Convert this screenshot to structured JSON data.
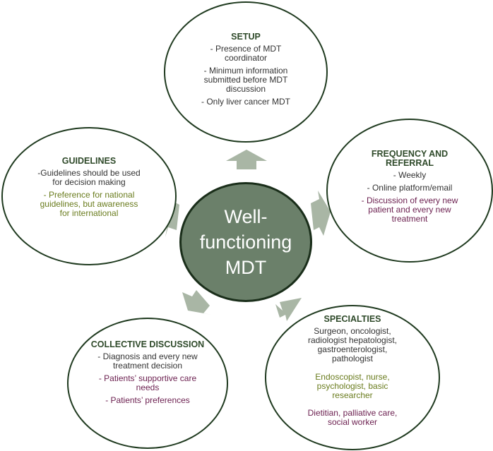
{
  "center": {
    "label_lines": [
      "Well-",
      "functioning",
      "MDT"
    ]
  },
  "colors": {
    "center_fill": "#6b806a",
    "oval_border": "#1f3a1f",
    "arrow_fill": "#a9b6a5",
    "title": "#2f4a2a",
    "text_dark": "#333333",
    "text_olive": "#6a7c1e",
    "text_purple": "#6b1f4f"
  },
  "setup": {
    "title": "SETUP",
    "items": [
      "- Presence of MDT coordinator",
      "- Minimum information submitted before MDT discussion",
      "- Only liver cancer MDT"
    ],
    "item_lines": [
      [
        "- Presence of MDT",
        "coordinator"
      ],
      [
        "- Minimum information",
        "submitted before MDT",
        "discussion"
      ],
      [
        "- Only liver cancer MDT"
      ]
    ]
  },
  "frequency": {
    "title_lines": [
      "FREQUENCY AND",
      "REFERRAL"
    ],
    "items": [
      "- Weekly",
      "- Online platform/email",
      "- Discussion of every new patient and every new treatment"
    ],
    "item_lines": [
      [
        "- Weekly"
      ],
      [
        "- Online platform/email"
      ],
      [
        "- Discussion of every new",
        "patient and every new",
        "treatment"
      ]
    ]
  },
  "specialties": {
    "title": "SPECIALTIES",
    "groups": [
      "Surgeon, oncologist, radiologist hepatologist, gastroenterologist, pathologist",
      "Endoscopist, nurse, psychologist, basic researcher",
      "Dietitian, palliative care, social worker"
    ],
    "group_lines": [
      [
        "Surgeon, oncologist,",
        "radiologist hepatologist,",
        "gastroenterologist,",
        "pathologist"
      ],
      [
        "Endoscopist, nurse,",
        "psychologist, basic",
        "researcher"
      ],
      [
        "Dietitian, palliative care,",
        "social worker"
      ]
    ]
  },
  "collective": {
    "title": "COLLECTIVE DISCUSSION",
    "items": [
      "- Diagnosis and every new treatment decision",
      "- Patients' supportive care needs",
      "- Patients' preferences"
    ],
    "item_lines": [
      [
        "- Diagnosis and every new",
        "treatment decision"
      ],
      [
        "- Patients’ supportive care",
        "needs"
      ],
      [
        "- Patients’ preferences"
      ]
    ]
  },
  "guidelines": {
    "title": "GUIDELINES",
    "items": [
      "-Guidelines should be used for decision making",
      "- Preference for national guidelines, but awareness for international"
    ],
    "item_lines": [
      [
        "-Guidelines should be used",
        "for decision making"
      ],
      [
        "- Preference for national",
        "guidelines, but awareness",
        "for international"
      ]
    ]
  }
}
